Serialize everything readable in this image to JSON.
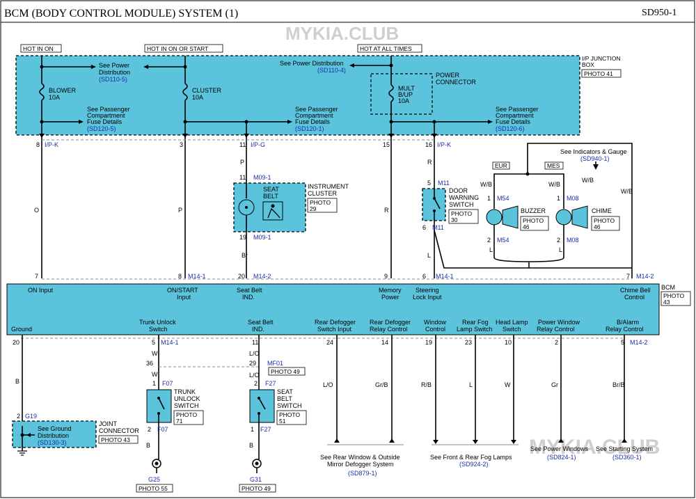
{
  "header": {
    "title": "BCM (BODY CONTROL MODULE) SYSTEM (1)",
    "code": "SD950-1",
    "watermark": "MYKIA.CLUB"
  },
  "hot_labels": {
    "hot_in_on": "HOT IN ON",
    "hot_in_on_or_start": "HOT IN ON OR START",
    "hot_at_all_times": "HOT AT ALL TIMES"
  },
  "junction_box": {
    "name_1": "I/P JUNCTION",
    "name_2": "BOX",
    "photo": "PHOTO 41"
  },
  "fuses": {
    "blower": {
      "name": "BLOWER",
      "rating": "10A"
    },
    "cluster": {
      "name": "CLUSTER",
      "rating": "10A"
    },
    "mult": {
      "name_1": "MULT",
      "name_2": "B/UP",
      "rating": "10A"
    }
  },
  "power_connector": {
    "l1": "POWER",
    "l2": "CONNECTOR"
  },
  "refs": {
    "power1": {
      "l1": "See Power",
      "l2": "Distribution",
      "code": "(SD110-5)"
    },
    "power2": {
      "l1": "See Power Distribution",
      "code": "(SD110-4)"
    },
    "pass1": {
      "l1": "See Passenger",
      "l2": "Compartment",
      "l3": "Fuse Details",
      "code": "(SD120-5)"
    },
    "pass2": {
      "l1": "See Passenger",
      "l2": "Compartment",
      "l3": "Fuse Details",
      "code": "(SD120-1)"
    },
    "pass3": {
      "l1": "See Passenger",
      "l2": "Compartment",
      "l3": "Fuse Details",
      "code": "(SD120-6)"
    },
    "indicators": {
      "l1": "See Indicators & Gauge",
      "code": "(SD940-1)"
    },
    "ground": {
      "l1": "See Ground",
      "l2": "Distribution",
      "code": "(SD130-3)"
    },
    "rear_window": {
      "l1": "See Rear Window & Outside",
      "l2": "Mirror Defogger System",
      "code": "(SD879-1)"
    },
    "fog": {
      "l1": "See Front & Rear Fog Lamps",
      "code": "(SD924-2)"
    },
    "power_windows": {
      "l1": "See Power Windows",
      "code": "(SD824-1)"
    },
    "starting": {
      "l1": "See Starting System",
      "code": "(SD360-1)"
    }
  },
  "top_pins": {
    "p8": "8",
    "ipk1": "I/P-K",
    "p3": "3",
    "p11": "11",
    "ipg": "I/P-G",
    "p15": "15",
    "p16": "16",
    "ipk2": "I/P-K"
  },
  "wire_colors": {
    "o": "O",
    "p1": "P",
    "p2": "P",
    "r1": "R",
    "r2": "R",
    "br": "Br",
    "l_door": "L",
    "wb1": "W/B",
    "wb2": "W/B",
    "wb3": "W/B",
    "wb4": "W/B",
    "l_buz": "L",
    "l_chime": "L",
    "b_gnd": "B",
    "w1": "W",
    "w2": "W",
    "b_trunk": "B",
    "lo1": "L/O",
    "lo2": "L/O",
    "b_seat": "B",
    "lo3": "L/O",
    "grb": "Gr/B",
    "rb": "R/B",
    "l_fog": "L",
    "w_head": "W",
    "gr": "Gr",
    "brb": "Br/B"
  },
  "cluster": {
    "pin11": "11",
    "conn_top": "M09-1",
    "seat": "SEAT",
    "belt": "BELT",
    "name_1": "INSTRUMENT",
    "name_2": "CLUSTER",
    "photo_1": "PHOTO",
    "photo_2": "29",
    "pin19": "19",
    "conn_bot": "M09-1"
  },
  "door_switch": {
    "pin5": "5",
    "conn_top": "M11",
    "name_1": "DOOR",
    "name_2": "WARNING",
    "name_3": "SWITCH",
    "photo_1": "PHOTO",
    "photo_2": "30",
    "pin6": "6",
    "conn_bot": "M11"
  },
  "buzzer": {
    "region": "EUR",
    "pin1": "1",
    "conn_top": "M54",
    "name": "BUZZER",
    "photo_1": "PHOTO",
    "photo_2": "46",
    "pin2": "2",
    "conn_bot": "M54"
  },
  "chime": {
    "region": "MES",
    "pin1": "1",
    "conn_top": "M08",
    "name": "CHIME",
    "photo_1": "PHOTO",
    "photo_2": "46",
    "pin2": "2",
    "conn_bot": "M08"
  },
  "bcm_top_pins": {
    "p7a": "7",
    "p8": "8",
    "m141": "M14-1",
    "p20": "20",
    "m142a": "M14-2",
    "p9": "9",
    "p6": "6",
    "m141b": "M14-1",
    "p7b": "7",
    "m142b": "M14-2"
  },
  "bcm": {
    "name": "BCM",
    "photo_1": "PHOTO",
    "photo_2": "43",
    "on_input": "ON Input",
    "on_start_1": "ON/START",
    "on_start_2": "Input",
    "seatbelt_1": "Seat Belt",
    "seatbelt_2": "IND.",
    "memory_1": "Memory",
    "memory_2": "Power",
    "steering_1": "Steering",
    "steering_2": "Lock Input",
    "chime_1": "Chime Bell",
    "chime_2": "Control",
    "ground": "Ground",
    "trunk_1": "Trunk Unlock",
    "trunk_2": "Switch",
    "seatsw_1": "Seat Belt",
    "seatsw_2": "IND.",
    "rdef_sw_1": "Rear Defogger",
    "rdef_sw_2": "Switch Input",
    "rdef_rel_1": "Rear Defogger",
    "rdef_rel_2": "Relay Control",
    "window_1": "Window",
    "window_2": "Control",
    "fog_1": "Rear Fog",
    "fog_2": "Lamp Switch",
    "head_1": "Head Lamp",
    "head_2": "Switch",
    "pw_1": "Power Window",
    "pw_2": "Relay Control",
    "alarm_1": "B/Alarm",
    "alarm_2": "Relay Control"
  },
  "bcm_bot_pins": {
    "p20": "20",
    "p5a": "5",
    "m141": "M14-1",
    "p11": "11",
    "p24": "24",
    "p14": "14",
    "p19": "19",
    "p23": "23",
    "p10": "10",
    "p2": "2",
    "p5b": "5",
    "m142": "M14-2"
  },
  "trunk_switch": {
    "p36": "36",
    "p1": "1",
    "conn_top": "F07",
    "name_1": "TRUNK",
    "name_2": "UNLOCK",
    "name_3": "SWITCH",
    "photo_1": "PHOTO",
    "photo_2": "71",
    "p2": "2",
    "conn_bot": "F07",
    "ground": "G25",
    "gphoto": "PHOTO 55"
  },
  "seat_switch": {
    "p29": "29",
    "mf01": "MF01",
    "mf_photo": "PHOTO 49",
    "p2": "2",
    "conn_top": "F27",
    "name_1": "SEAT",
    "name_2": "BELT",
    "name_3": "SWITCH",
    "photo_1": "PHOTO",
    "photo_2": "51",
    "p1": "1",
    "conn_bot": "F27",
    "ground": "G31",
    "gphoto": "PHOTO 49"
  },
  "joint": {
    "pin2": "2",
    "g19": "G19",
    "name_1": "JOINT",
    "name_2": "CONNECTOR",
    "photo": "PHOTO 43"
  }
}
